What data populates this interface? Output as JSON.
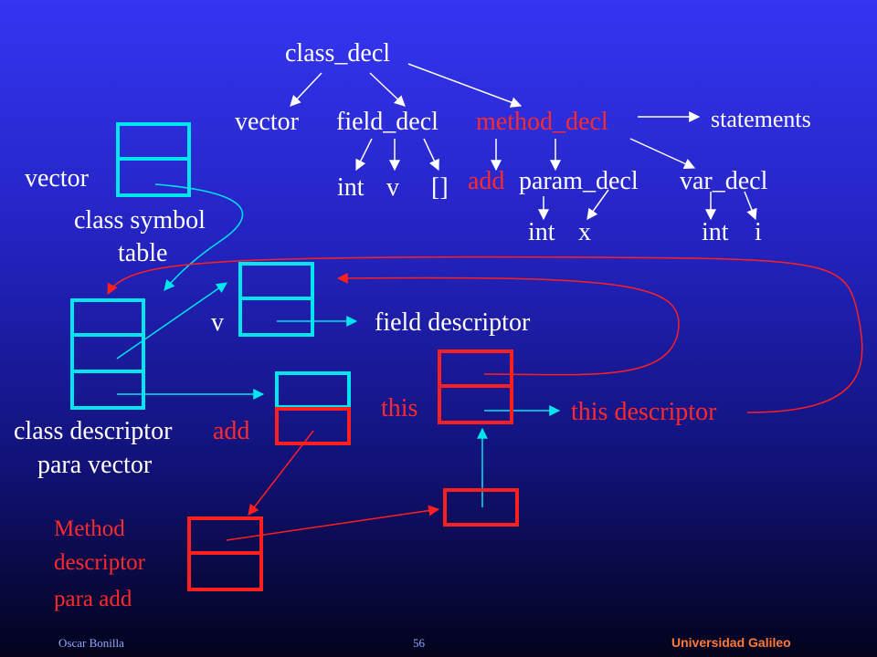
{
  "tree": {
    "root": "class_decl",
    "vector": "vector",
    "field_decl": "field_decl",
    "method_decl": "method_decl",
    "statements": "statements",
    "field_int": "int",
    "field_v": "v",
    "field_brackets": "[]",
    "method_add": "add",
    "param_decl": "param_decl",
    "var_decl": "var_decl",
    "param_int": "int",
    "param_x": "x",
    "var_int": "int",
    "var_i": "i"
  },
  "labels": {
    "vector": "vector",
    "class_symbol_table_1": "class symbol",
    "class_symbol_table_2": "table",
    "v": "v",
    "field_descriptor": "field descriptor",
    "this": "this",
    "this_descriptor": "this descriptor",
    "class_descriptor_1": "class descriptor",
    "class_descriptor_2": "para vector",
    "add": "add",
    "method_descriptor_1": "Method",
    "method_descriptor_2": "descriptor",
    "method_descriptor_3": "para add"
  },
  "footer": {
    "author": "Oscar Bonilla",
    "page": "56",
    "institution": "Universidad Galileo"
  },
  "colors": {
    "tree_text": "#ffffff",
    "symbol_table_box": "#00e5ee",
    "descriptor_box": "#ff1f1f",
    "method_text": "#ff2a2a"
  }
}
